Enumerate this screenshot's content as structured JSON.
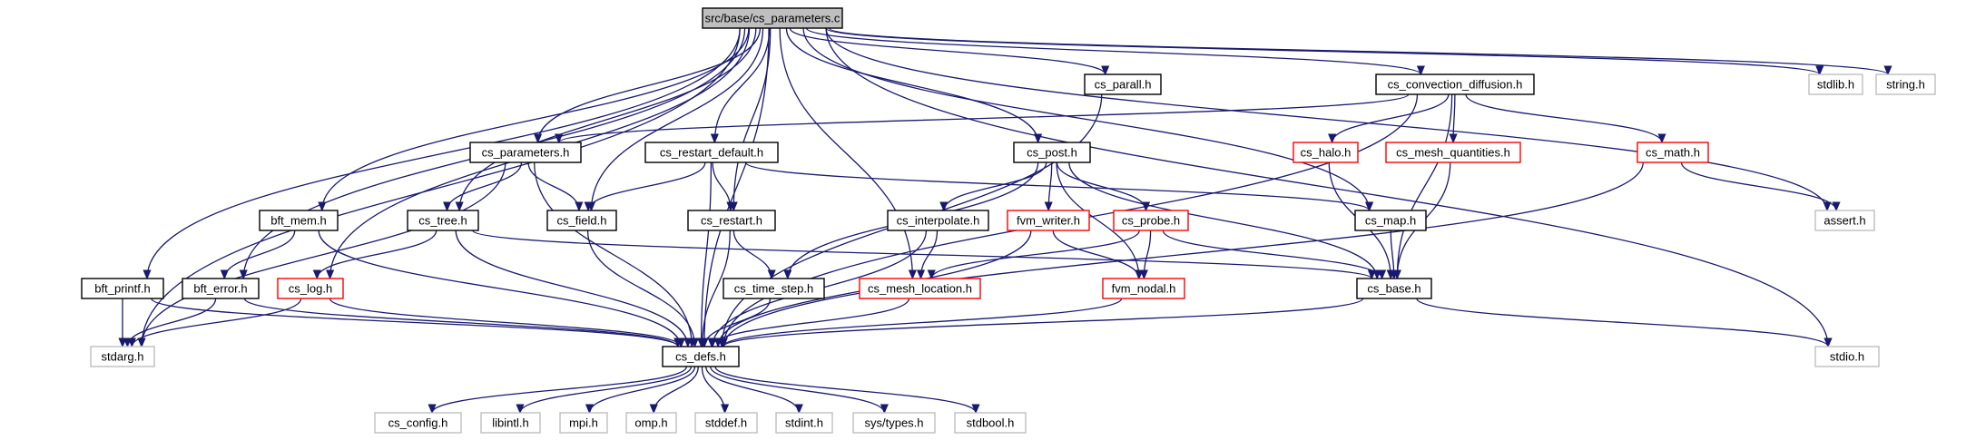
{
  "graph": {
    "colors": {
      "edge": "#191970",
      "root_fill": "#bfbfbf",
      "documented_border": "#000000",
      "incomplete_border": "#ff0000",
      "system_border": "#bfbfbf",
      "text": "#000000",
      "system_text": "#5a5a5a"
    },
    "nodes": [
      {
        "id": "root",
        "label": "src/base/cs_parameters.c",
        "kind": "root"
      },
      {
        "id": "parall",
        "label": "cs_parall.h",
        "kind": "documented"
      },
      {
        "id": "convdiff",
        "label": "cs_convection_diffusion.h",
        "kind": "documented"
      },
      {
        "id": "stdlib",
        "label": "stdlib.h",
        "kind": "system"
      },
      {
        "id": "string",
        "label": "string.h",
        "kind": "system"
      },
      {
        "id": "parameters",
        "label": "cs_parameters.h",
        "kind": "documented"
      },
      {
        "id": "restartdef",
        "label": "cs_restart_default.h",
        "kind": "documented"
      },
      {
        "id": "post",
        "label": "cs_post.h",
        "kind": "documented"
      },
      {
        "id": "halo",
        "label": "cs_halo.h",
        "kind": "incomplete"
      },
      {
        "id": "meshq",
        "label": "cs_mesh_quantities.h",
        "kind": "incomplete"
      },
      {
        "id": "math",
        "label": "cs_math.h",
        "kind": "incomplete"
      },
      {
        "id": "bftmem",
        "label": "bft_mem.h",
        "kind": "documented"
      },
      {
        "id": "tree",
        "label": "cs_tree.h",
        "kind": "documented"
      },
      {
        "id": "field",
        "label": "cs_field.h",
        "kind": "documented"
      },
      {
        "id": "restart",
        "label": "cs_restart.h",
        "kind": "documented"
      },
      {
        "id": "interp",
        "label": "cs_interpolate.h",
        "kind": "documented"
      },
      {
        "id": "fvmwriter",
        "label": "fvm_writer.h",
        "kind": "incomplete"
      },
      {
        "id": "probe",
        "label": "cs_probe.h",
        "kind": "incomplete"
      },
      {
        "id": "map",
        "label": "cs_map.h",
        "kind": "documented"
      },
      {
        "id": "assert",
        "label": "assert.h",
        "kind": "system"
      },
      {
        "id": "bftprintf",
        "label": "bft_printf.h",
        "kind": "documented"
      },
      {
        "id": "bfterror",
        "label": "bft_error.h",
        "kind": "documented"
      },
      {
        "id": "log",
        "label": "cs_log.h",
        "kind": "incomplete"
      },
      {
        "id": "timestep",
        "label": "cs_time_step.h",
        "kind": "documented"
      },
      {
        "id": "meshloc",
        "label": "cs_mesh_location.h",
        "kind": "incomplete"
      },
      {
        "id": "fvmnodal",
        "label": "fvm_nodal.h",
        "kind": "incomplete"
      },
      {
        "id": "base",
        "label": "cs_base.h",
        "kind": "documented"
      },
      {
        "id": "stdarg",
        "label": "stdarg.h",
        "kind": "system"
      },
      {
        "id": "defs",
        "label": "cs_defs.h",
        "kind": "documented"
      },
      {
        "id": "stdio",
        "label": "stdio.h",
        "kind": "system"
      },
      {
        "id": "config",
        "label": "cs_config.h",
        "kind": "system"
      },
      {
        "id": "libintl",
        "label": "libintl.h",
        "kind": "system"
      },
      {
        "id": "mpi",
        "label": "mpi.h",
        "kind": "system"
      },
      {
        "id": "omp",
        "label": "omp.h",
        "kind": "system"
      },
      {
        "id": "stddef",
        "label": "stddef.h",
        "kind": "system"
      },
      {
        "id": "stdint",
        "label": "stdint.h",
        "kind": "system"
      },
      {
        "id": "systypes",
        "label": "sys/types.h",
        "kind": "system"
      },
      {
        "id": "stdbool",
        "label": "stdbool.h",
        "kind": "system"
      }
    ],
    "edges": [
      [
        "root",
        "parall"
      ],
      [
        "root",
        "convdiff"
      ],
      [
        "root",
        "stdlib"
      ],
      [
        "root",
        "string"
      ],
      [
        "root",
        "parameters"
      ],
      [
        "root",
        "restartdef"
      ],
      [
        "root",
        "post"
      ],
      [
        "root",
        "bftmem"
      ],
      [
        "root",
        "tree"
      ],
      [
        "root",
        "field"
      ],
      [
        "root",
        "restart"
      ],
      [
        "root",
        "map"
      ],
      [
        "root",
        "assert"
      ],
      [
        "root",
        "bftprintf"
      ],
      [
        "root",
        "bfterror"
      ],
      [
        "root",
        "log"
      ],
      [
        "root",
        "meshloc"
      ],
      [
        "root",
        "stdarg"
      ],
      [
        "root",
        "defs"
      ],
      [
        "root",
        "stdio"
      ],
      [
        "parall",
        "defs"
      ],
      [
        "convdiff",
        "parameters"
      ],
      [
        "convdiff",
        "halo"
      ],
      [
        "convdiff",
        "meshq"
      ],
      [
        "convdiff",
        "math"
      ],
      [
        "convdiff",
        "base"
      ],
      [
        "convdiff",
        "defs"
      ],
      [
        "parameters",
        "tree"
      ],
      [
        "parameters",
        "field"
      ],
      [
        "parameters",
        "defs"
      ],
      [
        "parameters",
        "stdarg"
      ],
      [
        "restartdef",
        "field"
      ],
      [
        "restartdef",
        "restart"
      ],
      [
        "restartdef",
        "map"
      ],
      [
        "restartdef",
        "defs"
      ],
      [
        "post",
        "interp"
      ],
      [
        "post",
        "fvmwriter"
      ],
      [
        "post",
        "probe"
      ],
      [
        "post",
        "timestep"
      ],
      [
        "post",
        "base"
      ],
      [
        "post",
        "fvmnodal"
      ],
      [
        "halo",
        "base"
      ],
      [
        "meshq",
        "base"
      ],
      [
        "math",
        "assert"
      ],
      [
        "math",
        "defs"
      ],
      [
        "bftmem",
        "bfterror"
      ],
      [
        "bftmem",
        "defs"
      ],
      [
        "tree",
        "log"
      ],
      [
        "tree",
        "base"
      ],
      [
        "tree",
        "defs"
      ],
      [
        "field",
        "defs"
      ],
      [
        "restart",
        "timestep"
      ],
      [
        "restart",
        "defs"
      ],
      [
        "interp",
        "meshloc"
      ],
      [
        "interp",
        "defs"
      ],
      [
        "fvmwriter",
        "fvmnodal"
      ],
      [
        "fvmwriter",
        "defs"
      ],
      [
        "probe",
        "meshloc"
      ],
      [
        "probe",
        "fvmnodal"
      ],
      [
        "probe",
        "base"
      ],
      [
        "map",
        "base"
      ],
      [
        "bftprintf",
        "stdarg"
      ],
      [
        "bftprintf",
        "defs"
      ],
      [
        "bfterror",
        "stdarg"
      ],
      [
        "bfterror",
        "defs"
      ],
      [
        "log",
        "stdarg"
      ],
      [
        "log",
        "defs"
      ],
      [
        "timestep",
        "defs"
      ],
      [
        "meshloc",
        "defs"
      ],
      [
        "fvmnodal",
        "defs"
      ],
      [
        "base",
        "defs"
      ],
      [
        "base",
        "stdio"
      ],
      [
        "defs",
        "config"
      ],
      [
        "defs",
        "libintl"
      ],
      [
        "defs",
        "mpi"
      ],
      [
        "defs",
        "omp"
      ],
      [
        "defs",
        "stddef"
      ],
      [
        "defs",
        "stdint"
      ],
      [
        "defs",
        "systypes"
      ],
      [
        "defs",
        "stdbool"
      ]
    ]
  }
}
